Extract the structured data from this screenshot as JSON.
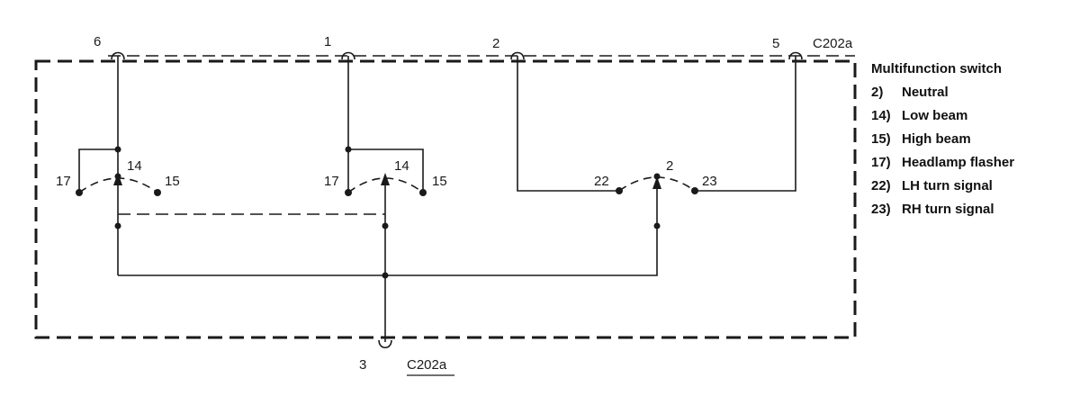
{
  "connector": {
    "top_label": "C202a",
    "bottom_label": "C202a"
  },
  "pins": {
    "p6": "6",
    "p1": "1",
    "p2": "2",
    "p5": "5",
    "p3": "3"
  },
  "switch_left": {
    "left": "17",
    "center": "14",
    "right": "15"
  },
  "switch_middle": {
    "left": "17",
    "center": "14",
    "right": "15"
  },
  "switch_right": {
    "left": "22",
    "center": "2",
    "right": "23"
  },
  "legend": {
    "title": "Multifunction switch",
    "items": [
      {
        "num": "2)",
        "text": "Neutral"
      },
      {
        "num": "14)",
        "text": "Low beam"
      },
      {
        "num": "15)",
        "text": "High beam"
      },
      {
        "num": "17)",
        "text": "Headlamp flasher"
      },
      {
        "num": "22)",
        "text": "LH turn signal"
      },
      {
        "num": "23)",
        "text": "RH turn signal"
      }
    ]
  }
}
